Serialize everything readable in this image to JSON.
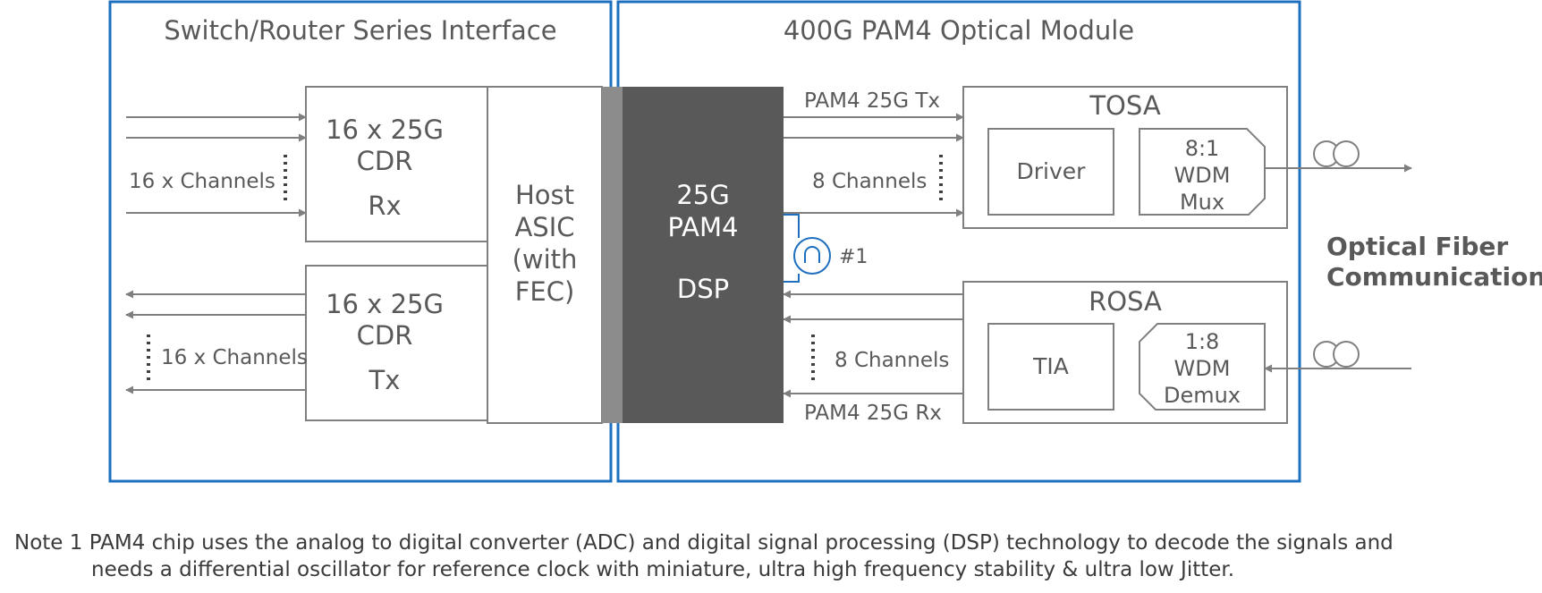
{
  "left_panel": {
    "title": "Switch/Router Series Interface",
    "cdr_rx": {
      "line1": "16 x 25G",
      "line2": "CDR",
      "line3": "Rx"
    },
    "cdr_tx": {
      "line1": "16 x 25G",
      "line2": "CDR",
      "line3": "Tx"
    },
    "host_asic": [
      "Host",
      "ASIC",
      "(with",
      "FEC)"
    ],
    "rx_channels_label": "16 x Channels",
    "tx_channels_label": "16 x Channels"
  },
  "right_panel": {
    "title": "400G PAM4 Optical Module",
    "dsp": [
      "25G",
      "PAM4",
      "DSP"
    ],
    "tx_signal_label": "PAM4 25G Tx",
    "rx_signal_label": "PAM4 25G Rx",
    "tx_channels_label": "8 Channels",
    "rx_channels_label": "8 Channels",
    "oscillator_ref": "#1",
    "tosa": {
      "title": "TOSA",
      "driver": "Driver",
      "mux": [
        "8:1",
        "WDM",
        "Mux"
      ]
    },
    "rosa": {
      "title": "ROSA",
      "tia": "TIA",
      "demux": [
        "1:8",
        "WDM",
        "Demux"
      ]
    }
  },
  "fiber_label": [
    "Optical Fiber",
    "Communication"
  ],
  "note": {
    "line1": "Note 1 PAM4 chip uses the analog to digital converter (ADC) and digital signal processing (DSP) technology to decode the signals and",
    "line2": "needs a differential oscillator for reference clock with miniature, ultra high frequency stability & ultra low Jitter."
  },
  "colors": {
    "panel_border": "#1f6fbf",
    "dsp_fill": "#595959",
    "line": "#7f7f7f",
    "text": "#595959"
  }
}
